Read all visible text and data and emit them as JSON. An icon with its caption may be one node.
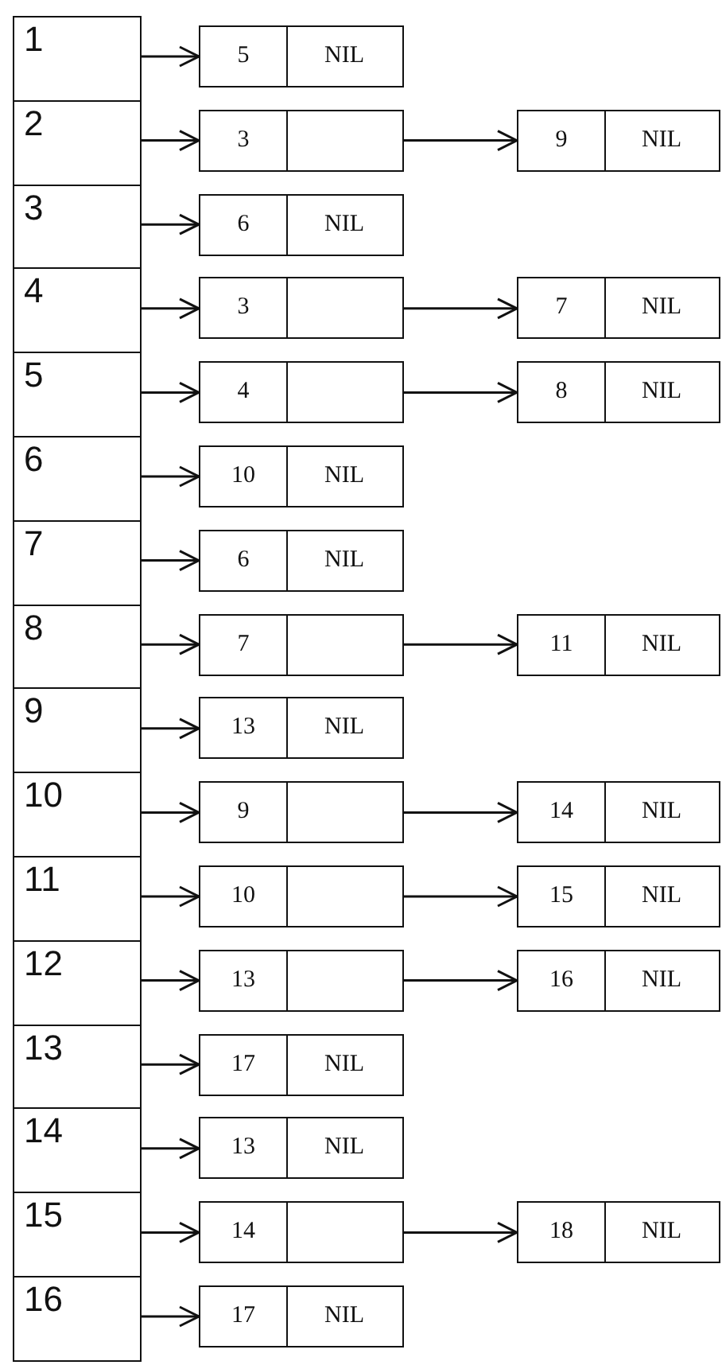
{
  "diagram": {
    "nodes": [
      {
        "text": [
          "1"
        ]
      },
      {
        "text": [
          "5",
          "NIL"
        ]
      },
      {
        "text": [
          "2"
        ]
      },
      {
        "text": [
          "3"
        ]
      },
      {
        "text": [
          "9",
          "NIL"
        ]
      },
      {
        "text": [
          "3"
        ]
      },
      {
        "text": [
          "6",
          "NIL"
        ]
      },
      {
        "text": [
          "4"
        ]
      },
      {
        "text": [
          "3"
        ]
      },
      {
        "text": [
          "7",
          "NIL"
        ]
      },
      {
        "text": [
          "5"
        ]
      },
      {
        "text": [
          "4"
        ]
      },
      {
        "text": [
          "8",
          "NIL"
        ]
      },
      {
        "text": [
          "6"
        ]
      },
      {
        "text": [
          "10",
          "NIL"
        ]
      },
      {
        "text": [
          "7"
        ]
      },
      {
        "text": [
          "6",
          "NIL"
        ]
      },
      {
        "text": [
          "8"
        ]
      },
      {
        "text": [
          "7"
        ]
      },
      {
        "text": [
          "11",
          "NIL"
        ]
      },
      {
        "text": [
          "9"
        ]
      },
      {
        "text": [
          "13",
          "NIL"
        ]
      },
      {
        "text": [
          "10"
        ]
      },
      {
        "text": [
          "9"
        ]
      },
      {
        "text": [
          "14",
          "NIL"
        ]
      },
      {
        "text": [
          "11"
        ]
      },
      {
        "text": [
          "10"
        ]
      },
      {
        "text": [
          "15",
          "NIL"
        ]
      },
      {
        "text": [
          "12"
        ]
      },
      {
        "text": [
          "13"
        ]
      },
      {
        "text": [
          "16",
          "NIL"
        ]
      },
      {
        "text": [
          "13"
        ]
      },
      {
        "text": [
          "17",
          "NIL"
        ]
      },
      {
        "text": [
          "14"
        ]
      },
      {
        "text": [
          "13",
          "NIL"
        ]
      },
      {
        "text": [
          "15"
        ]
      },
      {
        "text": [
          "14"
        ]
      },
      {
        "text": [
          "18",
          "NIL"
        ]
      },
      {
        "text": [
          "16"
        ]
      },
      {
        "text": [
          "17",
          "NIL"
        ]
      }
    ],
    "edges": [
      {
        "from": 0,
        "to": 1,
        "arrow": "to"
      },
      {
        "from": 2,
        "to": 3,
        "arrow": "to"
      },
      {
        "from": 3,
        "to": 4,
        "arrow": "to"
      },
      {
        "from": 5,
        "to": 6,
        "arrow": "to"
      },
      {
        "from": 7,
        "to": 8,
        "arrow": "to"
      },
      {
        "from": 8,
        "to": 9,
        "arrow": "to"
      },
      {
        "from": 10,
        "to": 11,
        "arrow": "to"
      },
      {
        "from": 11,
        "to": 12,
        "arrow": "to"
      },
      {
        "from": 13,
        "to": 14,
        "arrow": "to"
      },
      {
        "from": 15,
        "to": 16,
        "arrow": "to"
      },
      {
        "from": 17,
        "to": 18,
        "arrow": "to"
      },
      {
        "from": 18,
        "to": 19,
        "arrow": "to"
      },
      {
        "from": 20,
        "to": 21,
        "arrow": "to"
      },
      {
        "from": 22,
        "to": 23,
        "arrow": "to"
      },
      {
        "from": 23,
        "to": 24,
        "arrow": "to"
      },
      {
        "from": 25,
        "to": 26,
        "arrow": "to"
      },
      {
        "from": 26,
        "to": 27,
        "arrow": "to"
      },
      {
        "from": 28,
        "to": 29,
        "arrow": "to"
      },
      {
        "from": 29,
        "to": 30,
        "arrow": "to"
      },
      {
        "from": 31,
        "to": 32,
        "arrow": "to"
      },
      {
        "from": 33,
        "to": 34,
        "arrow": "to"
      },
      {
        "from": 35,
        "to": 36,
        "arrow": "to"
      },
      {
        "from": 36,
        "to": 37,
        "arrow": "to"
      },
      {
        "from": 38,
        "to": 39,
        "arrow": "to"
      }
    ]
  }
}
